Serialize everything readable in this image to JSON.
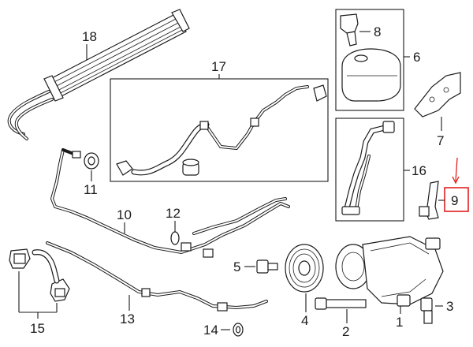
{
  "diagram": {
    "callouts": {
      "c1": "1",
      "c2": "2",
      "c3": "3",
      "c4": "4",
      "c5": "5",
      "c6": "6",
      "c7": "7",
      "c8": "8",
      "c9": "9",
      "c10": "10",
      "c11": "11",
      "c12": "12",
      "c13": "13",
      "c14": "14",
      "c15": "15",
      "c16": "16",
      "c17": "17",
      "c18": "18"
    },
    "highlight": {
      "callout": "9",
      "color": "#e02020"
    },
    "line_color": "#1a1a1a",
    "background": "#ffffff"
  }
}
